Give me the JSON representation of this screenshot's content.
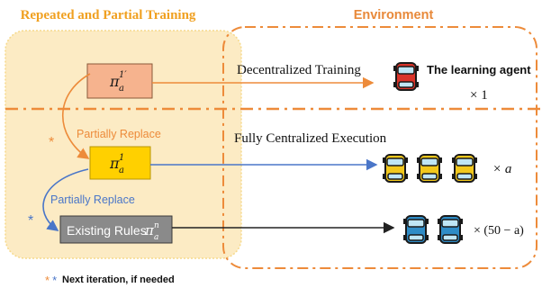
{
  "colors": {
    "orange": "#ED8B3A",
    "orange_text": "#F0A020",
    "env_title": "#E8893A",
    "panel_fill": "#FCEBC4",
    "salmon_box": "#F6B38E",
    "yellow_box": "#FFD000",
    "gray_box": "#8A8A8A",
    "blue": "#4A76C8",
    "red_car": "#D9342A",
    "yellow_car": "#F2C81C",
    "blue_car": "#2F8CC6"
  },
  "left_panel": {
    "title": "Repeated and Partial Training",
    "box1_pi": "π",
    "box1_sub": "a",
    "box1_sup": "1′",
    "box2_pi": "π",
    "box2_sub": "a",
    "box2_sup": "1",
    "box3_label": "Existing Rules",
    "box3_pi": "π",
    "box3_sub": "a",
    "box3_sup": "n",
    "arrow1_label": "Partially Replace",
    "arrow2_label": "Partially Replace",
    "star": "*"
  },
  "right_panel": {
    "title": "Environment",
    "training_label": "Decentralized Training",
    "execution_label": "Fully Centralized Execution",
    "agent_label": "The learning agent",
    "count_learning": "× 1",
    "count_yellow": "× a",
    "count_blue": "× (50 − a)"
  },
  "footer": {
    "stars": "* *",
    "note": "Next iteration, if needed"
  },
  "icons": {
    "red_car": "red-car-icon",
    "yellow_car": "yellow-car-icon",
    "blue_car": "blue-car-icon"
  }
}
